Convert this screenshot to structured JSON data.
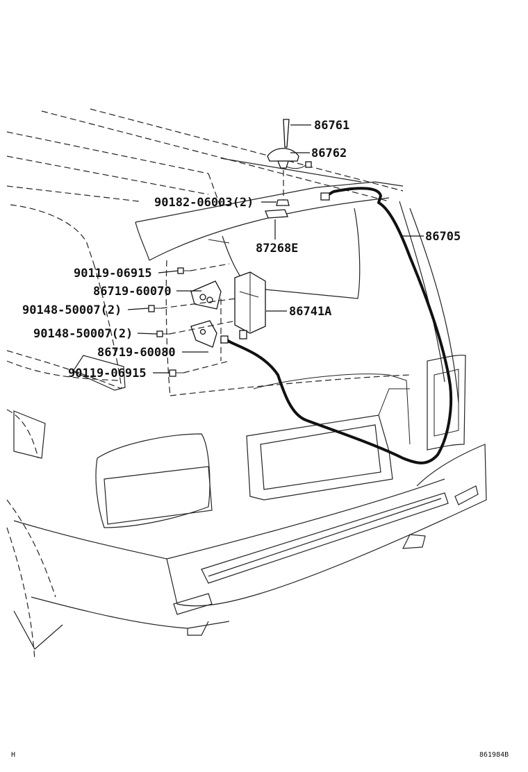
{
  "diagram": {
    "part_labels": {
      "antenna_rod": "86761",
      "antenna_base": "86762",
      "nut": "90182-06003(2)",
      "bracket": "87268E",
      "cable": "86705",
      "bolt_upper": "90119-06915",
      "bracket_upper": "86719-60070",
      "screw_a": "90148-50007(2)",
      "amplifier": "86741A",
      "screw_b": "90148-50007(2)",
      "bracket_lower": "86719-60080",
      "bolt_lower": "90119-06915"
    },
    "corner_left": "H",
    "corner_right": "861984B"
  }
}
